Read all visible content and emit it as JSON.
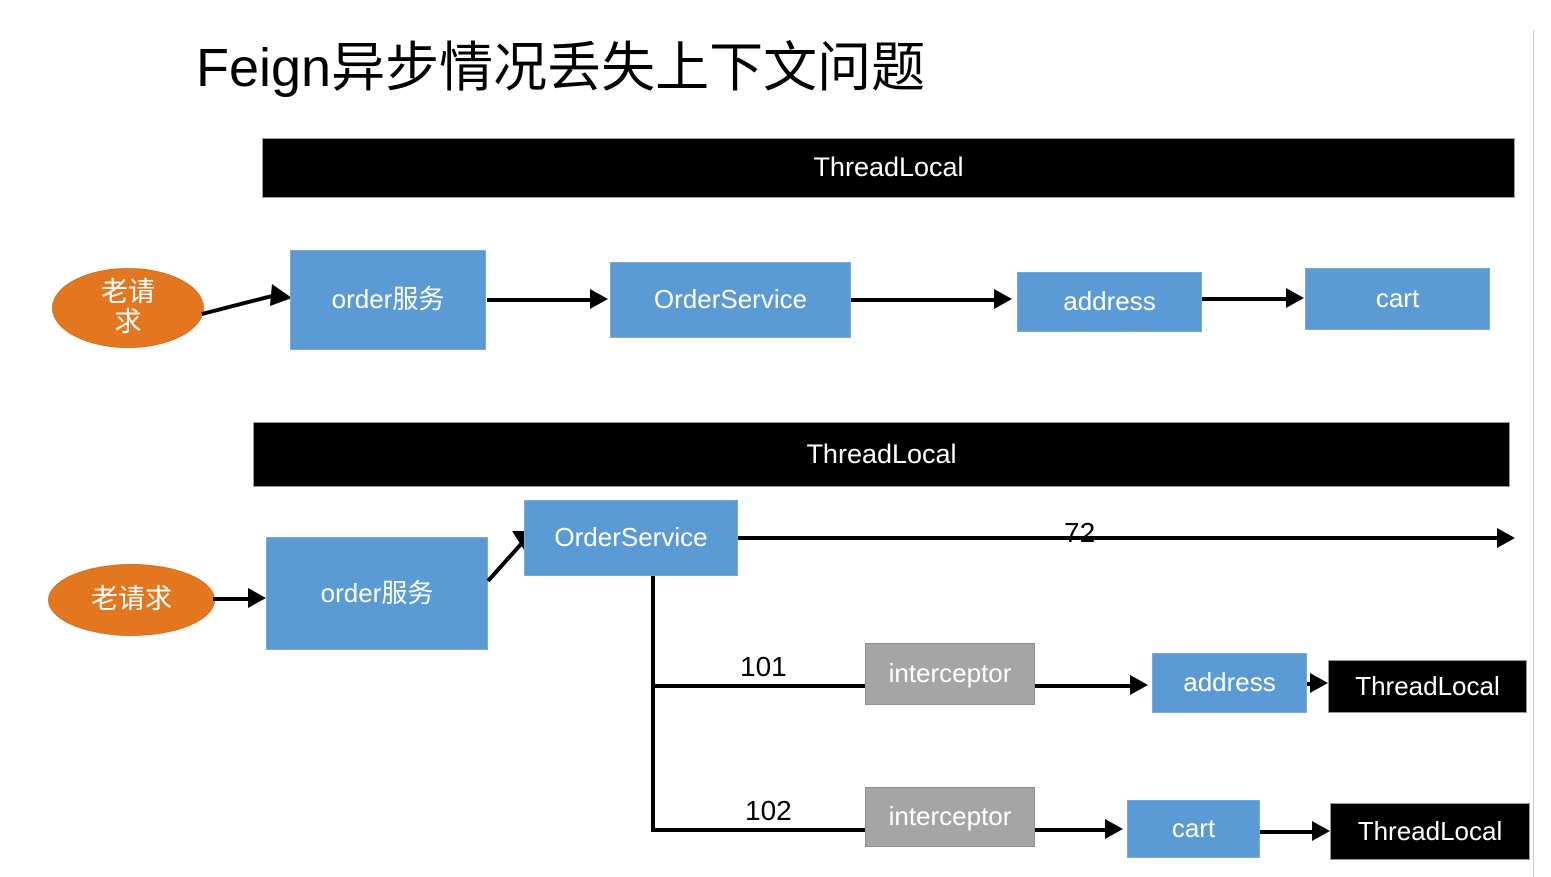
{
  "page": {
    "title": "Feign异步情况丢失上下文问题",
    "background": "#ffffff"
  },
  "colors": {
    "blue": "#5B9BD5",
    "orange": "#E2771F",
    "gray": "#A5A5A5",
    "black": "#000000",
    "text_on_shape": "#ffffff",
    "line": "#000000"
  },
  "diagram_top": {
    "threadlocal_bar": {
      "label": "ThreadLocal"
    },
    "nodes": {
      "request": {
        "label": "老请\n求",
        "label_line1": "老请",
        "label_line2": "求",
        "shape": "ellipse",
        "color": "#E2771F"
      },
      "order_service_cn": {
        "label": "order服务",
        "shape": "rect",
        "color": "#5B9BD5"
      },
      "order_service": {
        "label": "OrderService",
        "shape": "rect",
        "color": "#5B9BD5"
      },
      "address": {
        "label": "address",
        "shape": "rect",
        "color": "#5B9BD5"
      },
      "cart": {
        "label": "cart",
        "shape": "rect",
        "color": "#5B9BD5"
      }
    },
    "edges": [
      {
        "from": "request",
        "to": "order_service_cn",
        "label": ""
      },
      {
        "from": "order_service_cn",
        "to": "order_service",
        "label": ""
      },
      {
        "from": "order_service",
        "to": "address",
        "label": ""
      },
      {
        "from": "address",
        "to": "cart",
        "label": ""
      }
    ]
  },
  "diagram_bottom": {
    "threadlocal_bar": {
      "label": "ThreadLocal"
    },
    "nodes": {
      "request": {
        "label": "老请求",
        "shape": "ellipse",
        "color": "#E2771F"
      },
      "order_service_cn": {
        "label": "order服务",
        "shape": "rect",
        "color": "#5B9BD5"
      },
      "order_service": {
        "label": "OrderService",
        "shape": "rect",
        "color": "#5B9BD5"
      },
      "interceptor_1": {
        "label": "interceptor",
        "shape": "rect",
        "color": "#A5A5A5"
      },
      "interceptor_2": {
        "label": "interceptor",
        "shape": "rect",
        "color": "#A5A5A5"
      },
      "address": {
        "label": "address",
        "shape": "rect",
        "color": "#5B9BD5"
      },
      "cart": {
        "label": "cart",
        "shape": "rect",
        "color": "#5B9BD5"
      },
      "threadlocal_1": {
        "label": "ThreadLocal",
        "shape": "rect",
        "color": "#000000"
      },
      "threadlocal_2": {
        "label": "ThreadLocal",
        "shape": "rect",
        "color": "#000000"
      }
    },
    "edges": [
      {
        "from": "request",
        "to": "order_service_cn",
        "label": ""
      },
      {
        "from": "order_service_cn",
        "to": "order_service",
        "label": ""
      },
      {
        "from": "order_service",
        "to": "far_right",
        "label": "72"
      },
      {
        "from": "order_service",
        "to": "interceptor_1",
        "label": "101"
      },
      {
        "from": "interceptor_1",
        "to": "address",
        "label": ""
      },
      {
        "from": "address",
        "to": "threadlocal_1",
        "label": ""
      },
      {
        "from": "order_service",
        "to": "interceptor_2",
        "label": "102"
      },
      {
        "from": "interceptor_2",
        "to": "cart",
        "label": ""
      },
      {
        "from": "cart",
        "to": "threadlocal_2",
        "label": ""
      }
    ],
    "thread_labels": {
      "t72": "72",
      "t101": "101",
      "t102": "102"
    }
  }
}
